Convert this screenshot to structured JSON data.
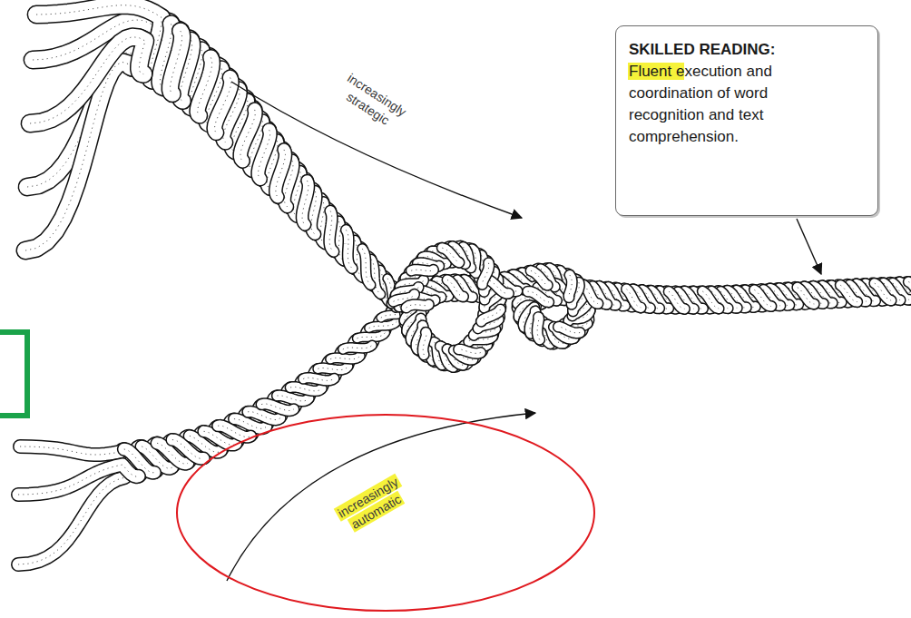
{
  "diagram": {
    "nodes": [
      {
        "text": [
          "SKILLED READING:",
          "Fluent execution and coordination of word recognition and text comprehension."
        ]
      }
    ],
    "labels": [
      "increasingly strategic",
      "increasingly automatic"
    ]
  }
}
